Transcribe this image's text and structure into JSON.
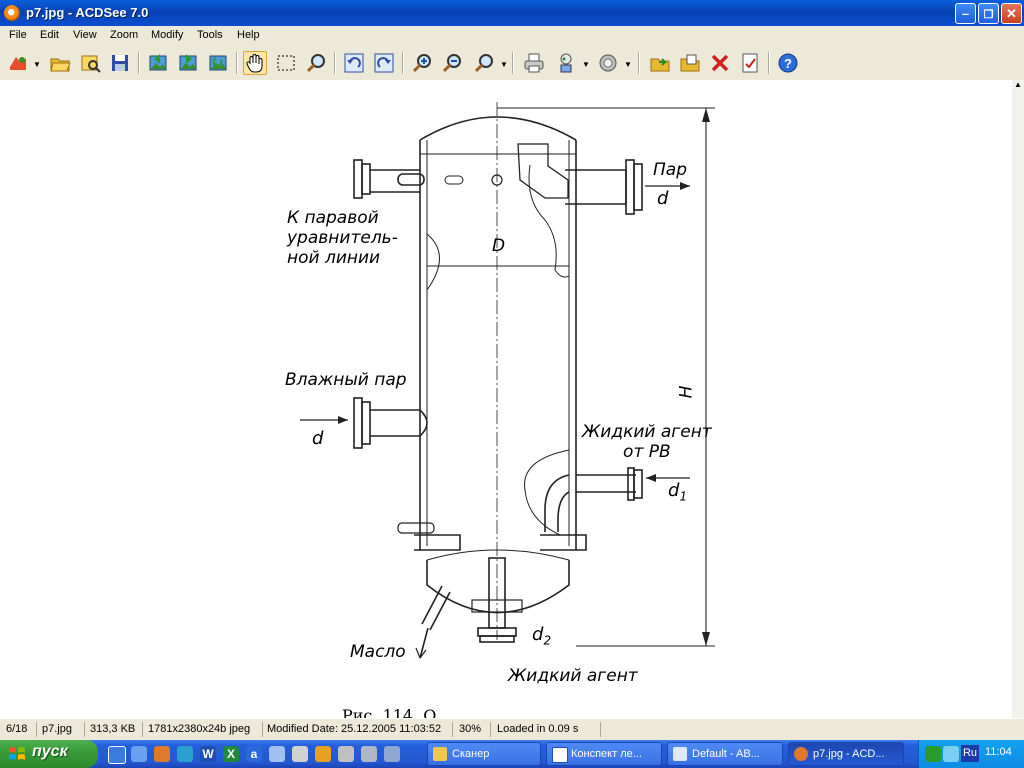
{
  "window": {
    "title": "p7.jpg - ACDSee 7.0",
    "minimize": "–",
    "maximize": "❐",
    "close": "✕"
  },
  "menu": [
    "File",
    "Edit",
    "View",
    "Zoom",
    "Modify",
    "Tools",
    "Help"
  ],
  "toolbar": {
    "icons": [
      "acquire-icon",
      "open-folder-icon",
      "browse-icon",
      "save-icon",
      "previous-image-icon",
      "next-image-icon",
      "auto-advance-icon",
      "hand-pan-icon",
      "select-rect-icon",
      "magnifier-icon",
      "rotate-left-icon",
      "rotate-right-icon",
      "zoom-in-icon",
      "zoom-out-icon",
      "zoom-menu-icon",
      "print-icon",
      "share-icon",
      "effects-icon",
      "move-to-icon",
      "copy-to-icon",
      "delete-icon",
      "properties-icon",
      "help-icon"
    ],
    "active_tool": "hand-pan-icon"
  },
  "drawing": {
    "labels": {
      "steam_out": "Пар",
      "d_right": "d",
      "to_line_1": "К паравой",
      "to_line_2": "уравнитель-",
      "to_line_3": "ной линии",
      "diameter": "D",
      "wet_steam": "Влажный пар",
      "d_left": "d",
      "height": "H",
      "liquid_1": "Жидкий агент",
      "liquid_2": "от РВ",
      "d1": "d",
      "d1_sub": "1",
      "oil": "Масло",
      "d2": "d",
      "d2_sub": "2",
      "liquid_bottom": "Жидкий агент",
      "caption": "Рис. 114. О"
    }
  },
  "status": {
    "index": "6/18",
    "filename": "p7.jpg",
    "filesize": "313,3 KB",
    "dimensions": "1781x2380x24b jpeg",
    "modified": "Modified Date: 25.12.2005 11:03:52",
    "zoom": "30%",
    "loaded": "Loaded in 0.09 s"
  },
  "taskbar": {
    "start": "пуск",
    "tasks": [
      {
        "label": "Сканер",
        "icon": "folder-icon",
        "active": false
      },
      {
        "label": "Конспект ле...",
        "icon": "word-doc-icon",
        "active": false
      },
      {
        "label": "Default - AB...",
        "icon": "document-icon",
        "active": false
      },
      {
        "label": "p7.jpg - ACD...",
        "icon": "acdsee-icon",
        "active": true
      }
    ],
    "lang": "Ru",
    "clock": "11:04"
  },
  "colors": {
    "titlebar": "#0a5fdc",
    "chrome": "#ece9d8",
    "start_green": "#3a9a3a",
    "taskbar_blue": "#245edb"
  }
}
